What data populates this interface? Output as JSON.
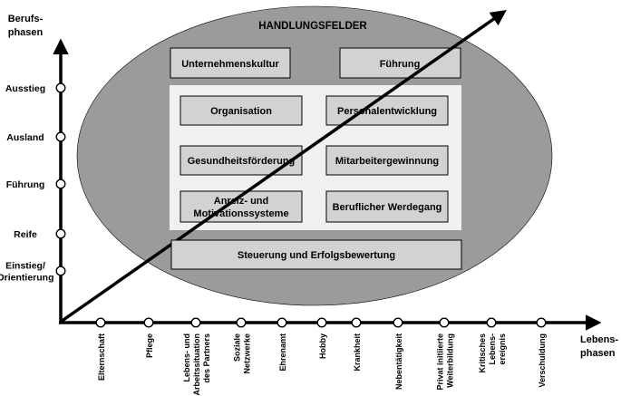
{
  "title": "HANDLUNGSFELDER",
  "axes": {
    "y_label": [
      "Berufs-",
      "phasen"
    ],
    "x_label": [
      "Lebens-",
      "phasen"
    ]
  },
  "career_phases": [
    {
      "lines": [
        "Ausstieg"
      ]
    },
    {
      "lines": [
        "Ausland"
      ]
    },
    {
      "lines": [
        "Führung"
      ]
    },
    {
      "lines": [
        "Reife"
      ]
    },
    {
      "lines": [
        "Einstieg/",
        "Orientierung"
      ]
    }
  ],
  "life_phases": [
    {
      "lines": [
        "Elternschaft"
      ]
    },
    {
      "lines": [
        "Pflege"
      ]
    },
    {
      "lines": [
        "Lebens- und",
        "Arbeitssituation",
        "des Partners"
      ]
    },
    {
      "lines": [
        "Soziale",
        "Netzwerke"
      ]
    },
    {
      "lines": [
        "Ehrenamt"
      ]
    },
    {
      "lines": [
        "Hobby"
      ]
    },
    {
      "lines": [
        "Krankheit"
      ]
    },
    {
      "lines": [
        "Nebentätigkeit"
      ]
    },
    {
      "lines": [
        "Privat initiierte",
        "Weiterbildung"
      ]
    },
    {
      "lines": [
        "Kritisches",
        "Lebens-",
        "ereignis"
      ]
    },
    {
      "lines": [
        "Verschuldung"
      ]
    }
  ],
  "fields": {
    "top": [
      "Unternehmenskultur",
      "Führung"
    ],
    "inner": [
      [
        "Organisation"
      ],
      [
        "Personalentwicklung"
      ],
      [
        "Gesundheitsförderung"
      ],
      [
        "Mitarbeitergewinnung"
      ],
      [
        "Anreiz- und",
        "Motivationssysteme"
      ],
      [
        "Beruflicher Werdegang"
      ]
    ],
    "bottom": [
      "Steuerung und Erfolgsbewertung"
    ]
  },
  "colors": {
    "ellipse": "#9b9b9b",
    "panel": "#f0f0f0",
    "box": "#d2d2d2",
    "stroke": "#000000"
  }
}
